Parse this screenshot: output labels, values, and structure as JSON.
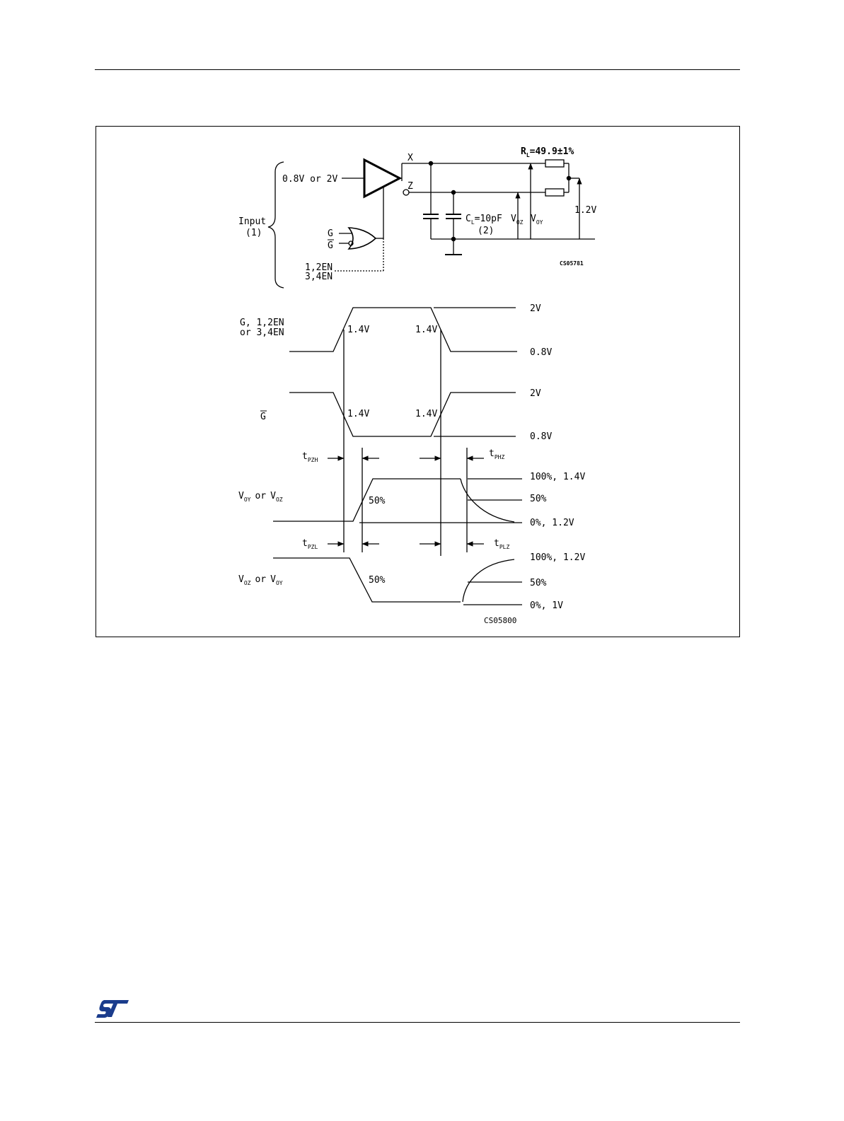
{
  "circuit": {
    "input_level": "0.8V or 2V",
    "input_label": "Input",
    "input_note": "(1)",
    "enable_g": "G",
    "enable_gbar": "G",
    "en12": "1,2EN",
    "en34": "3,4EN",
    "out_x": "X",
    "out_z": "Z",
    "rl_main": "R",
    "rl_sub": "L",
    "rl_value": "=49.9±1%",
    "cl_main": "C",
    "cl_sub": "L",
    "cl_value": "=10pF",
    "cl_note": "(2)",
    "voz_main": "V",
    "voz_sub": "OZ",
    "voy_main": "V",
    "voy_sub": "OY",
    "bias": "1.2V",
    "code": "CS05781"
  },
  "timing": {
    "sig1_line1": "G, 1,2EN",
    "sig1_line2": "or 3,4EN",
    "sig2": "G",
    "sig3a_main": "V",
    "sig3a_sub": "OY",
    "sig3_or": "or",
    "sig3b_main": "V",
    "sig3b_sub": "OZ",
    "sig4a_main": "V",
    "sig4a_sub": "OZ",
    "sig4_or": "or",
    "sig4b_main": "V",
    "sig4b_sub": "OY",
    "v_1p4": "1.4V",
    "level_2v": "2V",
    "level_0p8v": "0.8V",
    "pct50": "50%",
    "level_100_1p4": "100%, 1.4V",
    "level_0_1p2": "0%, 1.2V",
    "level_100_1p2": "100%, 1.2V",
    "level_0_1v": "0%, 1V",
    "t_main": "t",
    "tpzh_sub": "PZH",
    "tphz_sub": "PHZ",
    "tpzl_sub": "PZL",
    "tplz_sub": "PLZ",
    "code": "CS05800"
  }
}
